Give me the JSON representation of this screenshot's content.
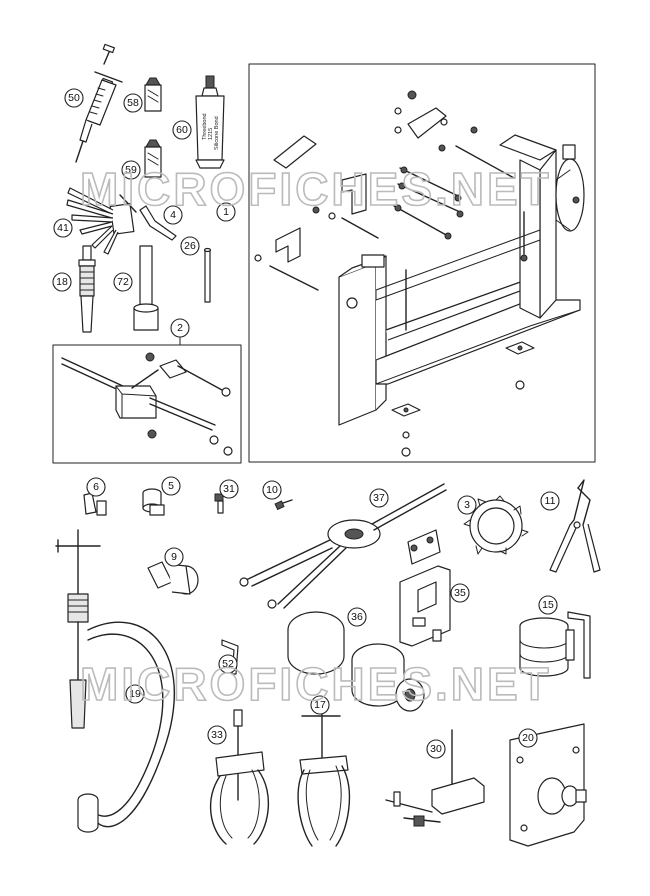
{
  "watermark": "MICROFICHES.NET",
  "callouts": [
    {
      "id": "c50",
      "label": "50"
    },
    {
      "id": "c58",
      "label": "58"
    },
    {
      "id": "c60",
      "label": "60"
    },
    {
      "id": "c59",
      "label": "59"
    },
    {
      "id": "c41",
      "label": "41"
    },
    {
      "id": "c4",
      "label": "4"
    },
    {
      "id": "c1",
      "label": "1"
    },
    {
      "id": "c18",
      "label": "18"
    },
    {
      "id": "c72",
      "label": "72"
    },
    {
      "id": "c26",
      "label": "26"
    },
    {
      "id": "c2",
      "label": "2"
    },
    {
      "id": "c6",
      "label": "6"
    },
    {
      "id": "c5",
      "label": "5"
    },
    {
      "id": "c31",
      "label": "31"
    },
    {
      "id": "c10",
      "label": "10"
    },
    {
      "id": "c37",
      "label": "37"
    },
    {
      "id": "c3",
      "label": "3"
    },
    {
      "id": "c11",
      "label": "11"
    },
    {
      "id": "c9",
      "label": "9"
    },
    {
      "id": "c35",
      "label": "35"
    },
    {
      "id": "c36",
      "label": "36"
    },
    {
      "id": "c15",
      "label": "15"
    },
    {
      "id": "c52",
      "label": "52"
    },
    {
      "id": "c19",
      "label": "19"
    },
    {
      "id": "c17",
      "label": "17"
    },
    {
      "id": "c33",
      "label": "33"
    },
    {
      "id": "c30",
      "label": "30"
    },
    {
      "id": "c20",
      "label": "20"
    }
  ],
  "tube_label": {
    "line1": "Threebond",
    "line2": "1215",
    "line3": "Silicone Bond"
  }
}
